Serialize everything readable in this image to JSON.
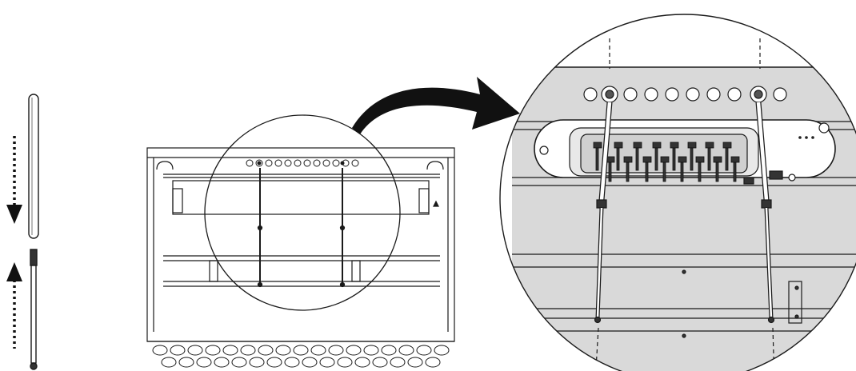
{
  "figure": {
    "panels": [
      "rod-assembly",
      "panel-rear-overview",
      "magnified-detail"
    ],
    "colors": {
      "line": "#1a1a1a",
      "panel_fill": "#ffffff",
      "detail_fill": "#d9d9d9",
      "arrow": "#111111"
    },
    "icons": [
      "dashed-arrow-down-icon",
      "dashed-arrow-up-icon",
      "curved-arrow-icon"
    ]
  }
}
